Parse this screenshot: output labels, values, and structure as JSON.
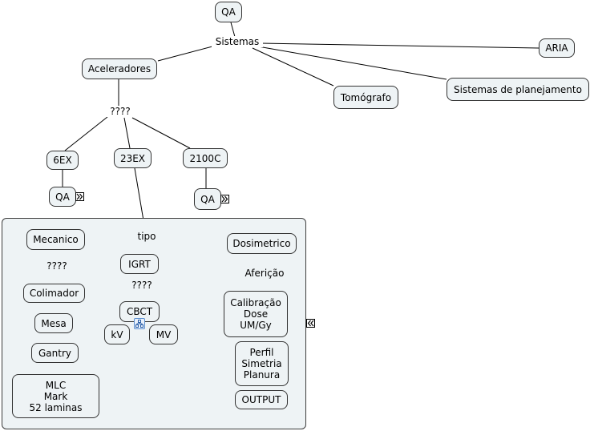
{
  "nodes": {
    "qa_top": "QA",
    "sistemas": "Sistemas",
    "aria": "ARIA",
    "aceleradores": "Aceleradores",
    "tomografo": "Tomógrafo",
    "planejamento": "Sistemas de planejamento",
    "q_acel": "????",
    "ex6": "6EX",
    "ex23": "23EX",
    "c2100": "2100C",
    "qa_6ex": "QA",
    "qa_2100c": "QA",
    "tipo": "tipo",
    "mecanico": "Mecanico",
    "igrt": "IGRT",
    "dosimetrico": "Dosimetrico",
    "q_mec": "????",
    "q_igrt": "????",
    "afericao": "Aferição",
    "colimador": "Colimador",
    "cbct": "CBCT",
    "mesa": "Mesa",
    "kv": "kV",
    "mv": "MV",
    "calibracao": "Calibração\nDose\nUM/Gy",
    "gantry": "Gantry",
    "perfil": "Perfil\nSimetria\nPlanura",
    "mlc": "MLC\nMark\n52 laminas",
    "output": "OUTPUT"
  },
  "icons": {
    "expand": "expand-arrows-icon",
    "collapse": "collapse-arrows-icon",
    "submap": "submap-icon"
  },
  "colors": {
    "node_fill": "#eef3f5",
    "group_fill": "#eef3f5",
    "border": "#333333",
    "icon_accent": "#5b8fd0"
  }
}
